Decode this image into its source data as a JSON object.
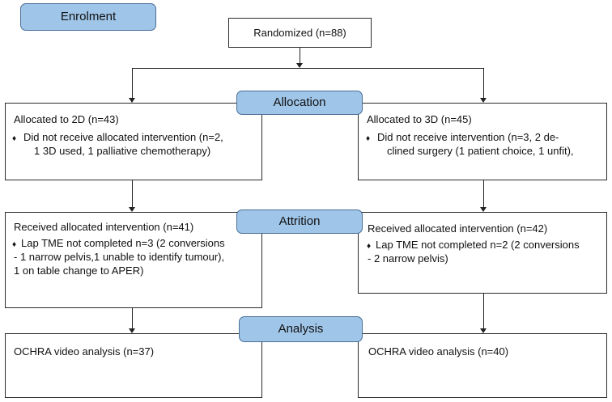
{
  "stages": {
    "enrolment": "Enrolment",
    "allocation": "Allocation",
    "attrition": "Attrition",
    "analysis": "Analysis"
  },
  "randomized": "Randomized (n=88)",
  "bullet_glyph": "♦",
  "arm_2d": {
    "allocated": {
      "title": "Allocated to 2D (n=43)",
      "lines": [
        "Did not receive allocated intervention (n=2,",
        "1 3D used, 1 palliative chemotherapy)"
      ]
    },
    "received": {
      "title": "Received allocated intervention (n=41)",
      "lines": [
        "Lap TME not completed n=3 (2 conversions",
        "- 1 narrow pelvis,1 unable to identify tumour),",
        "1 on table change to APER)"
      ]
    },
    "analysis": "OCHRA video analysis (n=37)"
  },
  "arm_3d": {
    "allocated": {
      "title": "Allocated to 3D (n=45)",
      "lines": [
        "Did not receive intervention (n=3, 2 de-",
        "clined surgery (1 patient choice, 1 unfit),"
      ]
    },
    "received": {
      "title": "Received allocated intervention (n=42)",
      "lines": [
        "Lap TME not completed n=2 (2 conversions",
        "- 2 narrow pelvis)"
      ]
    },
    "analysis": "OCHRA video analysis (n=40)"
  }
}
